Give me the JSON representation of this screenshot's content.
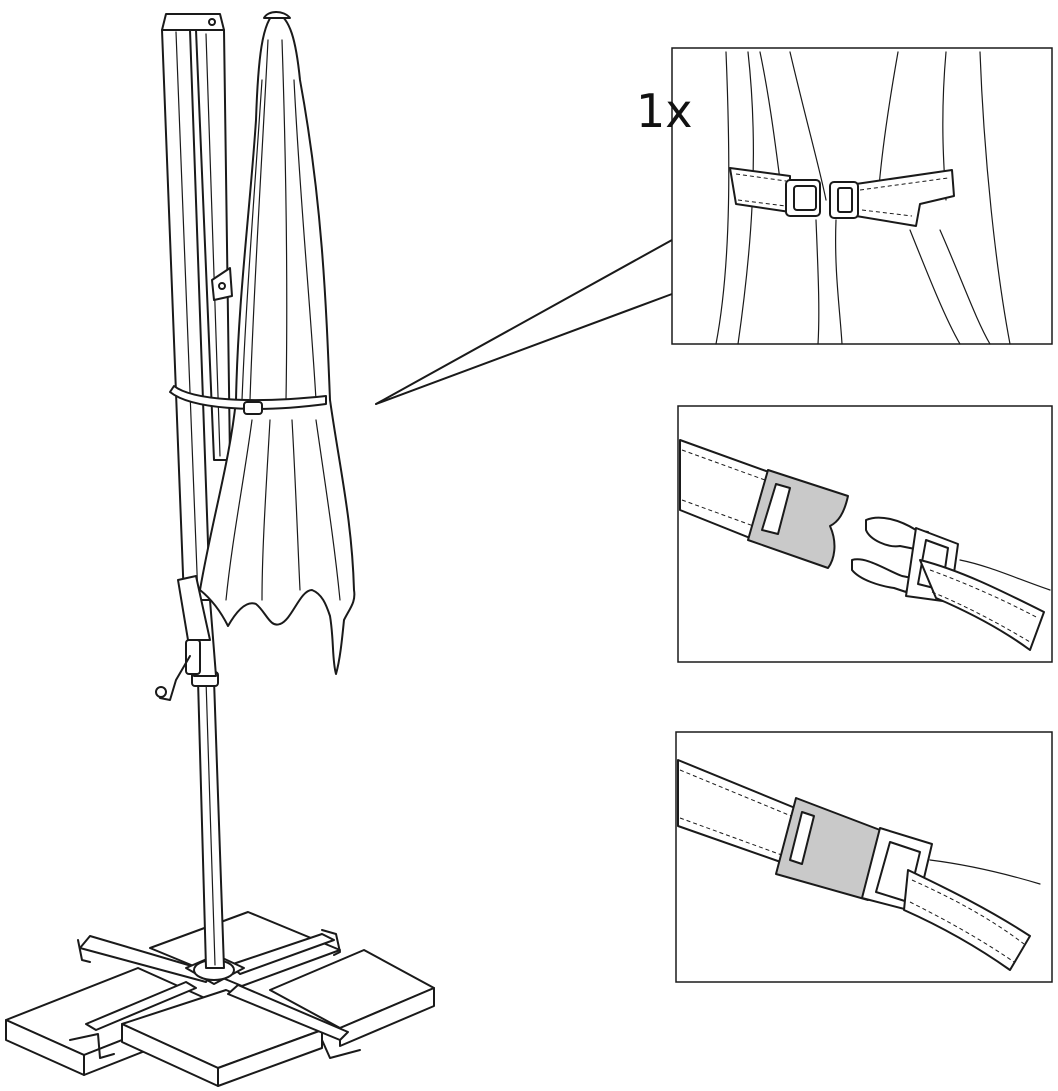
{
  "figure": {
    "detail_quantity": "1x",
    "colors": {
      "line": "#1a1a1a",
      "buckle_fill": "#c9c9c9",
      "background": "#ffffff"
    },
    "parts": [
      "umbrella-pole",
      "closed-canopy",
      "strap",
      "cross-base",
      "base-slabs",
      "crank-handle",
      "buckle"
    ]
  }
}
